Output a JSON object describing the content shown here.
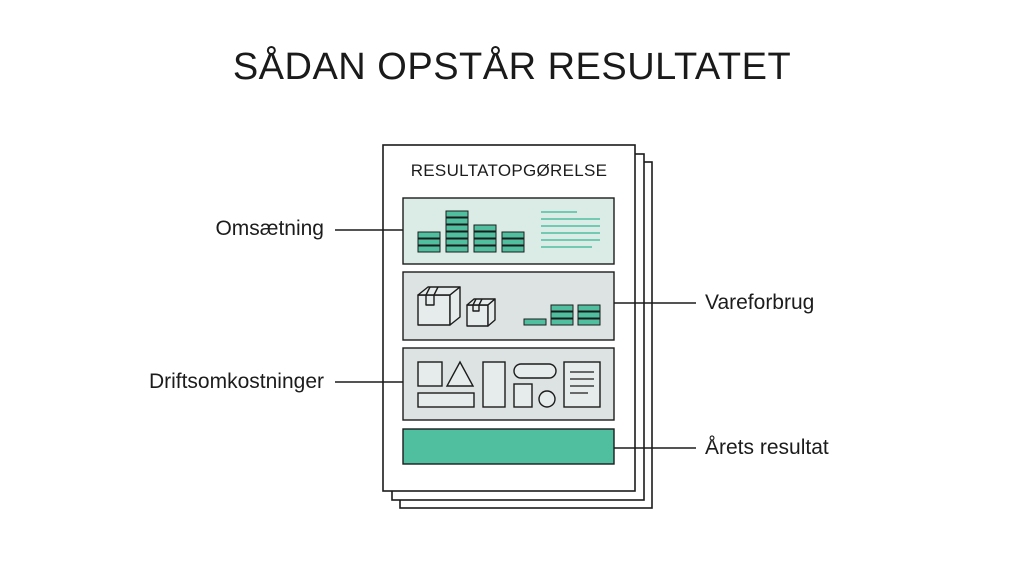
{
  "title": "SÅDAN OPSTÅR RESULTATET",
  "document_heading": "RESULTATOPGØRELSE",
  "labels": {
    "revenue": "Omsætning",
    "cost_of_goods": "Vareforbrug",
    "operating_costs": "Driftsomkostninger",
    "result": "Årets resultat"
  },
  "colors": {
    "line": "#1c1c1c",
    "panel_bg": "#dde3e2",
    "panel_revenue_bg": "#dbece6",
    "accent": "#4fbfa0",
    "accent_dark": "#2f8f74"
  }
}
